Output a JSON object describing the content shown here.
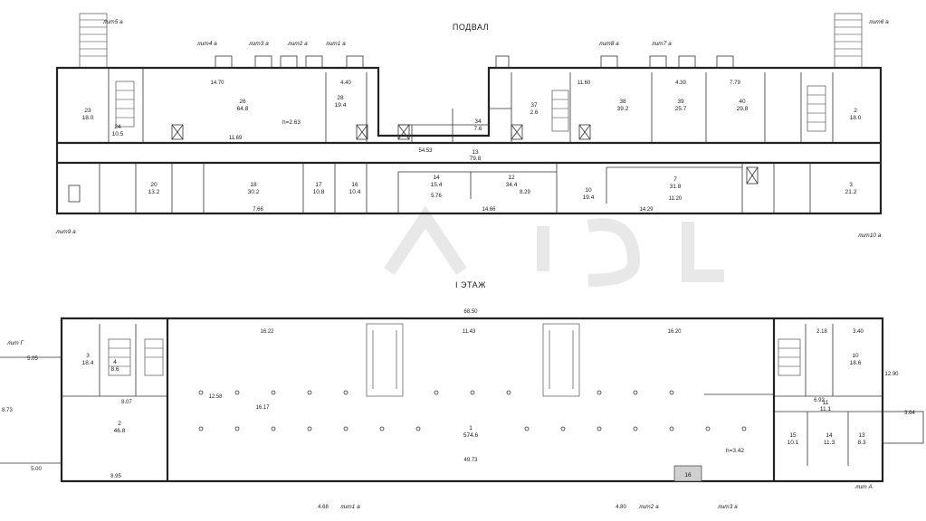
{
  "plans": [
    {
      "title": "ПОДВАЛ",
      "height_note": "h=2.63",
      "rooms": [
        {
          "num": "23",
          "area": "18.0"
        },
        {
          "num": "24",
          "area": "10.5"
        },
        {
          "num": "26",
          "area": "64.8"
        },
        {
          "num": "28",
          "area": "19.4"
        },
        {
          "num": "38",
          "area": "39.2"
        },
        {
          "num": "39",
          "area": "25.7"
        },
        {
          "num": "40",
          "area": "29.8"
        },
        {
          "num": "2",
          "area": "18.0"
        },
        {
          "num": "13",
          "area": "79.8"
        },
        {
          "num": "14",
          "area": "15.4"
        },
        {
          "num": "12",
          "area": "34.4"
        },
        {
          "num": "18",
          "area": "30.2"
        },
        {
          "num": "20",
          "area": "13.2"
        },
        {
          "num": "17",
          "area": "10.8"
        },
        {
          "num": "16",
          "area": "10.4"
        },
        {
          "num": "7",
          "area": "31.8"
        },
        {
          "num": "3",
          "area": "21.2"
        },
        {
          "num": "10",
          "area": "19.4"
        },
        {
          "num": "34",
          "area": "7.6"
        },
        {
          "num": "37",
          "area": "2.6"
        }
      ],
      "dims": [
        "14.70",
        "4.40",
        "11.69",
        "11.60",
        "4.39",
        "7.79",
        "54.53",
        "14.66",
        "14.29",
        "5.76",
        "8.29",
        "11.20",
        "7.66"
      ],
      "liter_labels": [
        "лит5 а",
        "лит6 а",
        "лит4 а",
        "лит3 а",
        "лит2 а",
        "лит1 а",
        "лит8 а",
        "лит7 а",
        "лит9 а",
        "лит10 а"
      ]
    },
    {
      "title": "I ЭТАЖ",
      "height_note": "h=3.42",
      "rooms": [
        {
          "num": "1",
          "area": "574.6"
        },
        {
          "num": "2",
          "area": "46.8"
        },
        {
          "num": "3",
          "area": "18.4"
        },
        {
          "num": "4",
          "area": "8.6"
        },
        {
          "num": "10",
          "area": "18.6"
        },
        {
          "num": "11",
          "area": "11.1"
        },
        {
          "num": "15",
          "area": "10.1"
        },
        {
          "num": "14",
          "area": "11.3"
        },
        {
          "num": "13",
          "area": "8.3"
        },
        {
          "num": "16",
          "area": ""
        }
      ],
      "dims": [
        "68.50",
        "16.22",
        "11.43",
        "16.20",
        "49.73",
        "16.17",
        "12.58",
        "8.95",
        "8.07",
        "5.05",
        "8.73",
        "5.00",
        "4.68",
        "4.80",
        "3.40",
        "2.18",
        "12.90",
        "3.64",
        "6.92"
      ],
      "liter_labels": [
        "лит Г",
        "лит А",
        "лит1 а",
        "лит2 а",
        "лит3 а"
      ]
    }
  ]
}
